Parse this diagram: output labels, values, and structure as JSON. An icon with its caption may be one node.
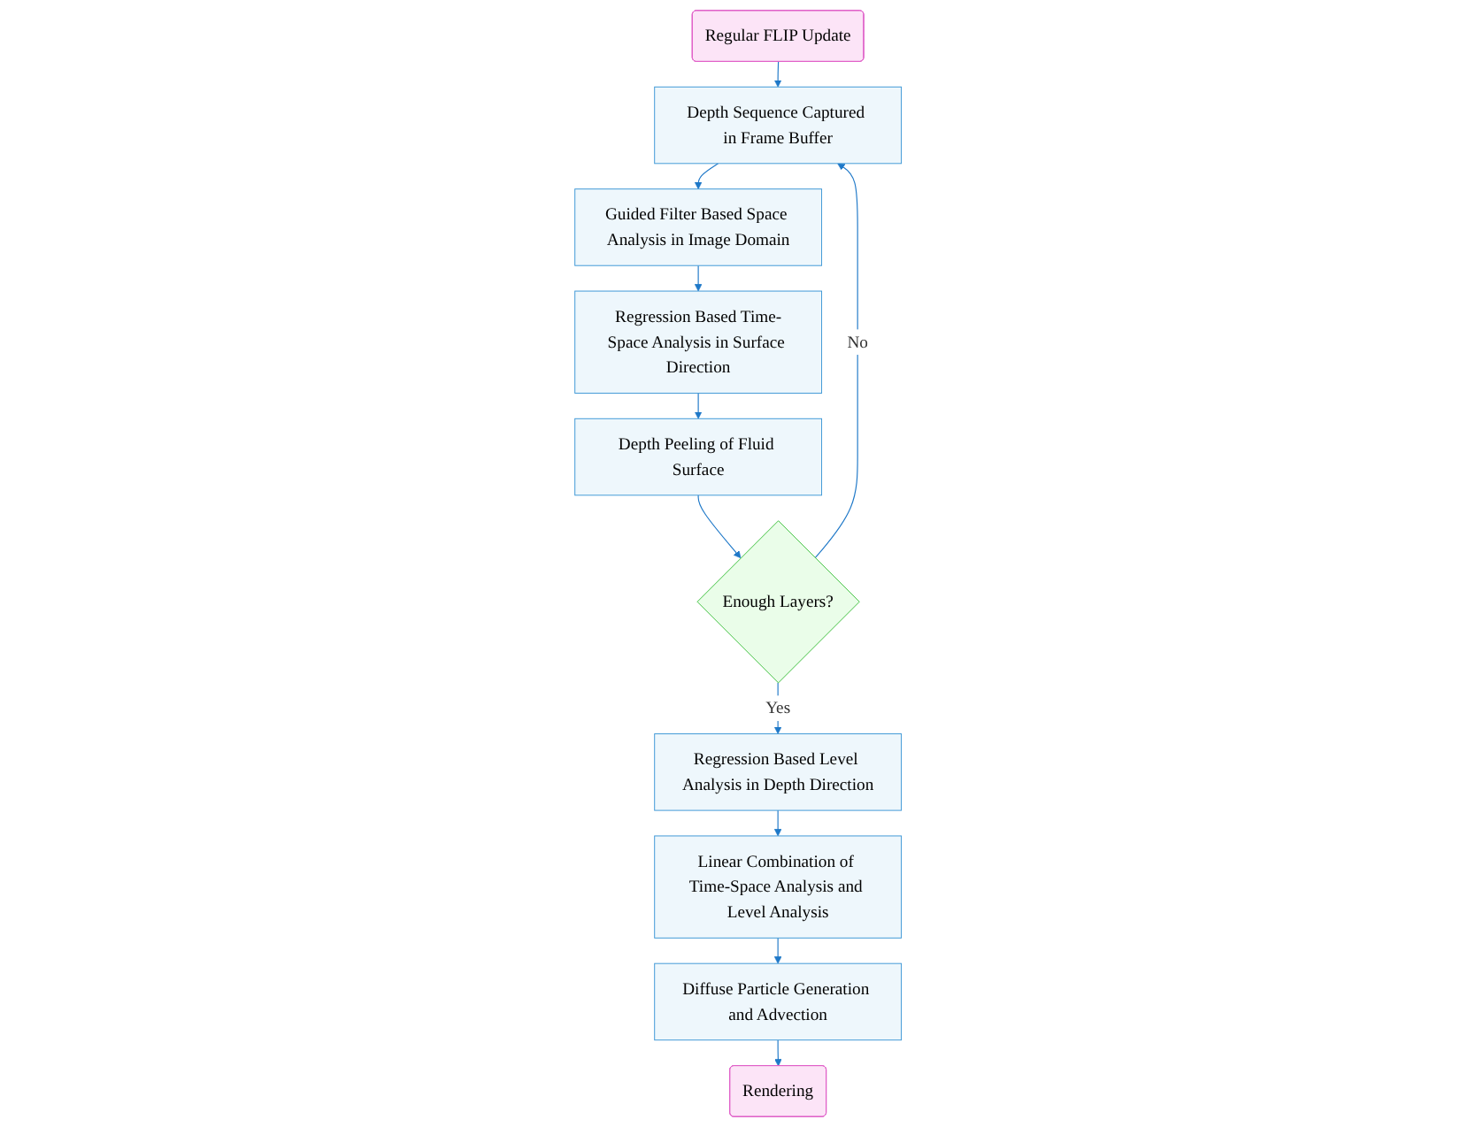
{
  "diagram": {
    "nodes": [
      {
        "text": [
          "Regular FLIP Update"
        ]
      },
      {
        "text": [
          "Depth Sequence Captured in Frame Buffer"
        ]
      },
      {
        "text": [
          "Guided Filter Based Space Analysis in Image Domain"
        ]
      },
      {
        "text": [
          "Regression Based Time-Space Analysis in Surface Direction"
        ]
      },
      {
        "text": [
          "Depth Peeling of Fluid Surface"
        ]
      },
      {
        "text": [
          "Enough Layers?"
        ]
      },
      {
        "text": [
          "Regression Based Level Analysis in Depth Direction"
        ]
      },
      {
        "text": [
          "Linear Combination of Time-Space Analysis and Level Analysis"
        ]
      },
      {
        "text": [
          "Diffuse Particle Generation and Advection"
        ]
      },
      {
        "text": [
          "Rendering"
        ]
      }
    ],
    "edges": [
      {
        "from": 0,
        "to": 1,
        "arrow": "to"
      },
      {
        "from": 1,
        "to": 2,
        "arrow": "to"
      },
      {
        "from": 2,
        "to": 3,
        "arrow": "to"
      },
      {
        "from": 3,
        "to": 4,
        "arrow": "to"
      },
      {
        "from": 4,
        "to": 5,
        "arrow": "to"
      },
      {
        "from": 5,
        "to": 1,
        "arrow": "to",
        "label": "No"
      },
      {
        "from": 5,
        "to": 6,
        "arrow": "to",
        "label": "Yes"
      },
      {
        "from": 6,
        "to": 7,
        "arrow": "to"
      },
      {
        "from": 7,
        "to": 8,
        "arrow": "to"
      },
      {
        "from": 8,
        "to": 9,
        "arrow": "to"
      }
    ]
  }
}
